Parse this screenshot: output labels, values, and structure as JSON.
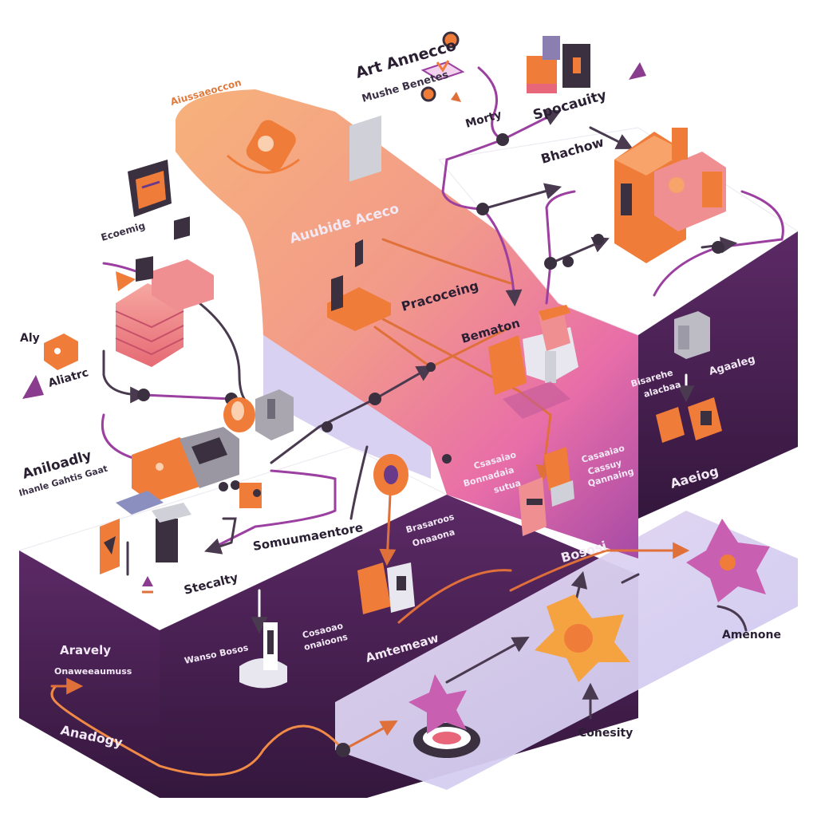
{
  "colors": {
    "purple_dark": "#3b1d44",
    "purple_mid": "#8a3d8f",
    "orange": "#f07c3a",
    "pink": "#e8667a",
    "lavender": "#d9d2f0",
    "line_purple": "#9b3fa0",
    "line_orange": "#f08a46",
    "node_dark": "#3a3040"
  },
  "labels": {
    "top_title": "Art Annecco",
    "top_sub": "Mushe Benetes",
    "top_money": "Morty",
    "top_right": "Spocauity",
    "right_upper": "Bhachow",
    "top_left_orange": "Aiussaeoccon",
    "center_upper": "Auubide Aceco",
    "left_box": "Ecoemig",
    "center_proc": "Pracoceing",
    "center_bematon": "Bematon",
    "left_mini": "Aly",
    "left_arrow": "Aliatrc",
    "left_mid_title": "Aniloadly",
    "left_mid_sub": "Ihanle Gahtis Gaat",
    "center_low": "Somuumaentore",
    "center_left_low": "Stecalty",
    "right_mid_sub1": "Bisarehe",
    "right_mid_sub2": "alacbaa",
    "right_mid": "Agaaleg",
    "right_lower": "Aaeiog",
    "center_desc1": "Csasaiao",
    "center_desc2": "Bonnadaia",
    "center_desc3": "sutua",
    "right_desc1": "Casaaiao",
    "right_desc2": "Cassuy",
    "right_desc3": "Qannaing",
    "mid_desc1": "Brasaroos",
    "mid_desc2": "Onaaona",
    "bottom_right_mid": "Bososi",
    "bottom_left_title": "Aravely",
    "bottom_left_sub": "Onaweeaumuss",
    "bottom_mid_sub1": "Wanso Bosos",
    "bottom_mid_desc1": "Cosaoao",
    "bottom_mid_desc2": "onaioons",
    "bottom_mid": "Amtemeaw",
    "bottom_left": "Anadogy",
    "bottom_right": "Amenone",
    "bottom_center": "Conesity"
  }
}
